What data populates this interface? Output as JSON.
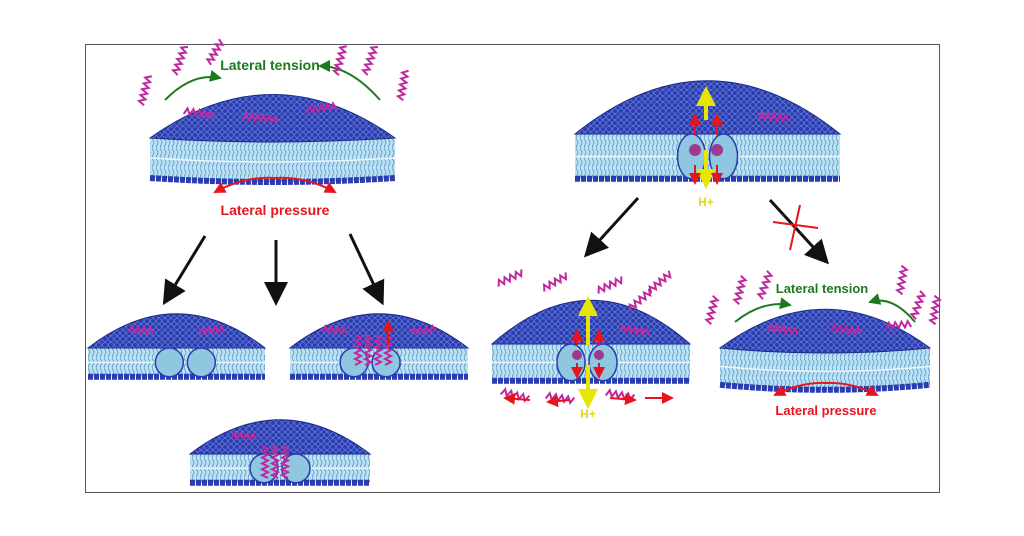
{
  "labels": {
    "top_left_tension": "Lateral tension",
    "top_left_pressure": "Lateral pressure",
    "top_right_proton": "H+",
    "bottom_middle_proton": "H+",
    "bottom_right_tension": "Lateral tension",
    "bottom_right_pressure": "Lateral pressure"
  },
  "colors": {
    "tension": "#1e7a1e",
    "pressure": "#e8141c",
    "proton": "#e6e600",
    "head_groups": "#2a3cae",
    "tails": "#a9d9ee",
    "helix": "#c0289e",
    "arrow": "#111111"
  }
}
